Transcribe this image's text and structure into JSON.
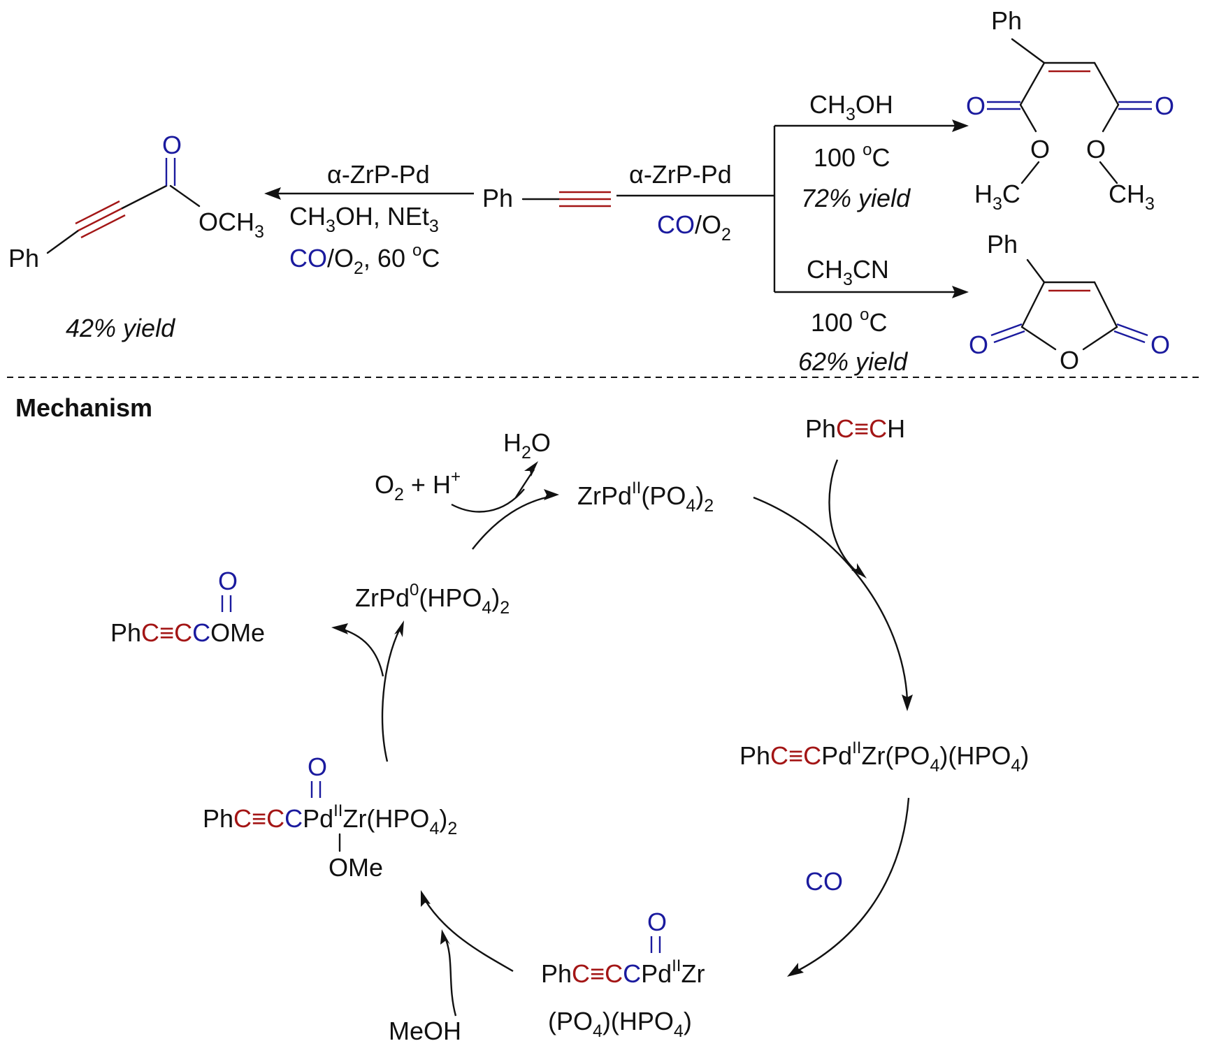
{
  "top_scheme": {
    "left_product": {
      "ph": "Ph",
      "o": "O",
      "och3": "OCH",
      "och3_sub": "3",
      "yield": "42% yield"
    },
    "left_conditions": {
      "catalyst_alpha": "α",
      "catalyst_rest": "-ZrP-Pd",
      "solvent_a": "CH",
      "solvent_sub": "3",
      "solvent_b": "OH, NEt",
      "solvent_sub2": "3",
      "gas_co": "CO",
      "gas_rest": "/O",
      "gas_sub": "2",
      "gas_temp": ", 60 ",
      "gas_deg": "o",
      "gas_c": "C"
    },
    "substrate": {
      "ph": "Ph"
    },
    "right_conditions": {
      "catalyst_alpha": "α",
      "catalyst_rest": "-ZrP-Pd",
      "gas_co": "CO",
      "gas_rest": "/O",
      "gas_sub": "2"
    },
    "upper_branch": {
      "solvent": "CH",
      "solvent_sub": "3",
      "solvent_end": "OH",
      "temp": "100 ",
      "temp_deg": "o",
      "temp_c": "C",
      "yield": "72% yield"
    },
    "lower_branch": {
      "solvent": "CH",
      "solvent_sub": "3",
      "solvent_end": "CN",
      "temp": "100 ",
      "temp_deg": "o",
      "temp_c": "C",
      "yield": "62% yield"
    },
    "diester": {
      "ph": "Ph",
      "o_left": "O",
      "o_right": "O",
      "o_ring_left": "O",
      "o_ring_right": "O",
      "h3c_h": "H",
      "h3c_sub": "3",
      "h3c_c": "C",
      "ch3": "CH",
      "ch3_sub": "3"
    },
    "anhydride": {
      "ph": "Ph",
      "o_left": "O",
      "o_right": "O",
      "o_ring": "O"
    }
  },
  "mechanism": {
    "heading": "Mechanism",
    "phenylacetylene": {
      "ph": "Ph",
      "c1": "C",
      "triple": "≡",
      "c2": "C",
      "h": "H"
    },
    "water": {
      "h": "H",
      "sub": "2",
      "o": "O"
    },
    "oxidant": {
      "o": "O",
      "o_sub": "2",
      "plus": " + H",
      "h_sup": "+"
    },
    "pd2": {
      "a": "ZrPd",
      "ox": "II",
      "b": "(PO",
      "sub": "4",
      "c": ")",
      "sub2": "2"
    },
    "pd0": {
      "a": "ZrPd",
      "ox": "0",
      "b": "(HPO",
      "sub": "4",
      "c": ")",
      "sub2": "2"
    },
    "ester_product": {
      "ph": "Ph",
      "c1": "C",
      "triple": "≡",
      "c2": "C",
      "c3": "C",
      "ome": "OMe",
      "o": "O"
    },
    "alkynyl_pd": {
      "ph": "Ph",
      "c1": "C",
      "triple": "≡",
      "c2": "C",
      "pd": "Pd",
      "ox": "II",
      "zr": "Zr(PO",
      "sub1": "4",
      "mid": ")(HPO",
      "sub2": "4",
      "end": ")"
    },
    "co_label": "CO",
    "acyl_pd": {
      "ph": "Ph",
      "c1": "C",
      "triple": "≡",
      "c2": "C",
      "c3": "C",
      "pd": "Pd",
      "ox": "II",
      "zr": "Zr",
      "o": "O",
      "line2_a": "(PO",
      "line2_sub1": "4",
      "line2_b": ")(HPO",
      "line2_sub2": "4",
      "line2_c": ")"
    },
    "methoxy_pd": {
      "ph": "Ph",
      "c1": "C",
      "triple": "≡",
      "c2": "C",
      "c3": "C",
      "pd": "Pd",
      "ox": "II",
      "zr": "Zr(HPO",
      "sub": "4",
      "end": ")",
      "sub2": "2",
      "o": "O",
      "ome": "OMe"
    },
    "meoh": "MeOH"
  },
  "colors": {
    "alkyne_carbon": "#a31515",
    "carbonyl": "#1a1a9e",
    "text": "#111111"
  }
}
